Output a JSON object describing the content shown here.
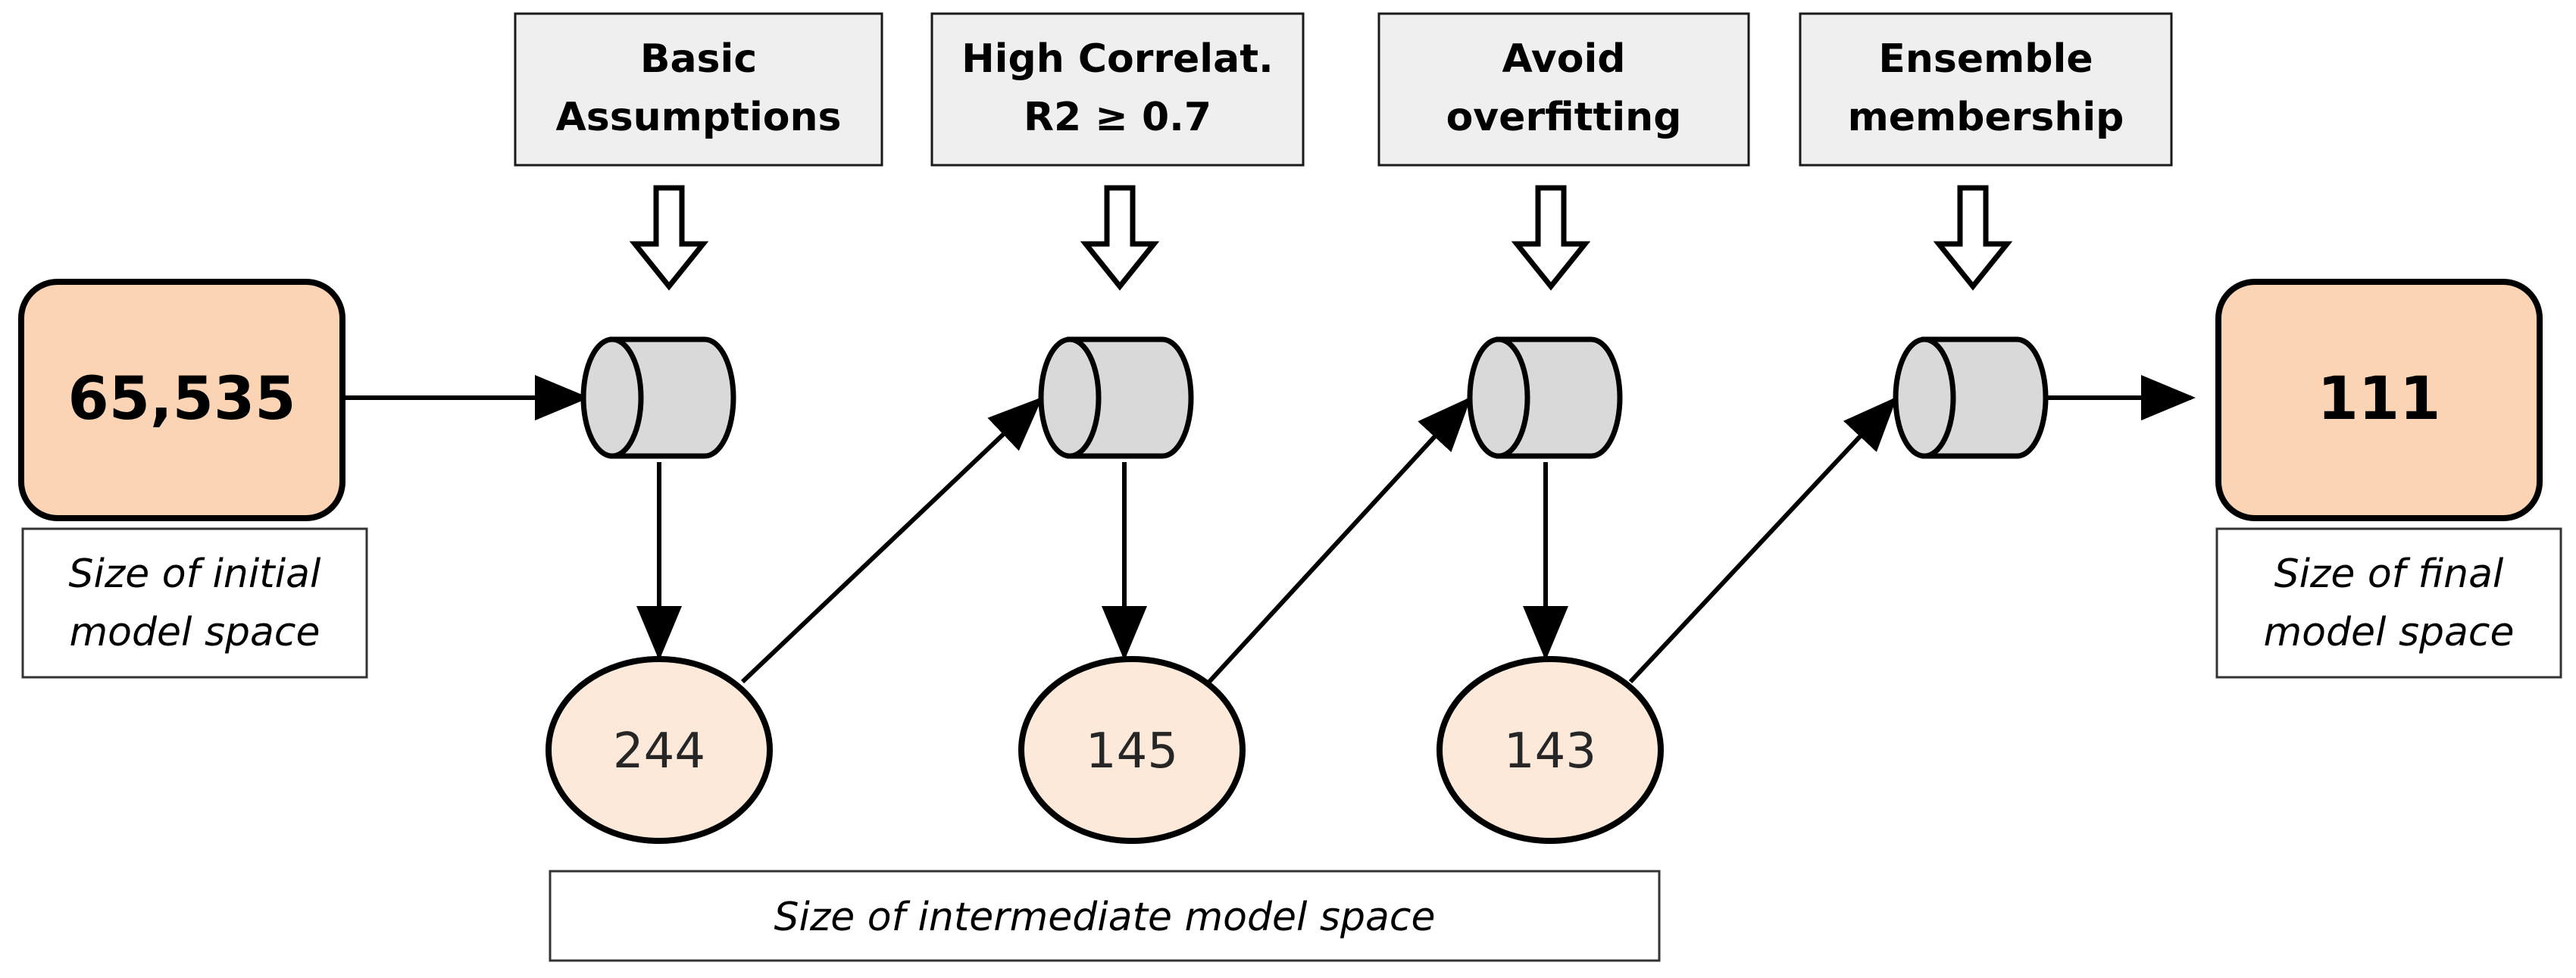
{
  "filters": [
    {
      "line1": "Basic",
      "line2": "Assumptions"
    },
    {
      "line1": "High Correlat.",
      "line2": "R2 ≥ 0.7"
    },
    {
      "line1": "Avoid",
      "line2": "overfitting"
    },
    {
      "line1": "Ensemble",
      "line2": "membership"
    }
  ],
  "initial_model_space": {
    "value": "65,535",
    "caption_line1": "Size of initial",
    "caption_line2": "model space"
  },
  "final_model_space": {
    "value": "111",
    "caption_line1": "Size of final",
    "caption_line2": "model space"
  },
  "intermediate_model_space": {
    "values": [
      "244",
      "145",
      "143"
    ],
    "caption": "Size of intermediate model space"
  },
  "colors": {
    "filter_box_fill": "#efefef",
    "cylinder_fill": "#d9d9d9",
    "endpoint_fill": "#fbd3b5",
    "ellipse_fill": "#fde9d9",
    "stroke": "#000000"
  }
}
